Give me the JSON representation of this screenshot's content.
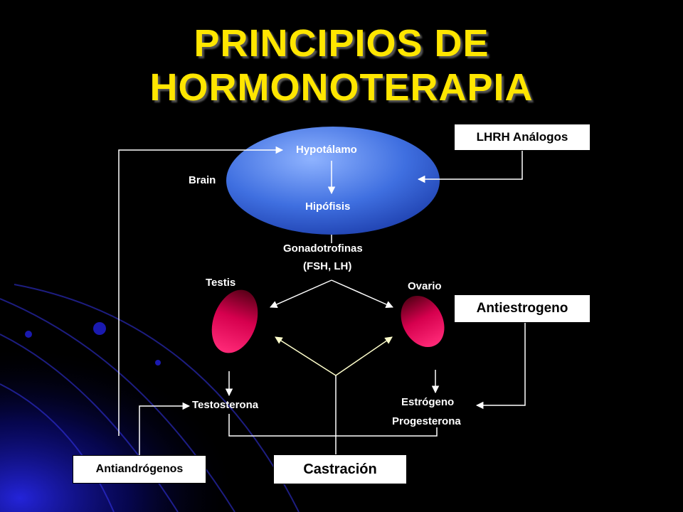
{
  "title": {
    "line1": "PRINCIPIOS DE",
    "line2": "HORMONOTERAPIA"
  },
  "labels": {
    "hypothalamus": "Hypotálamo",
    "brain": "Brain",
    "pituitary": "Hipófisis",
    "gonadotropins_1": "Gonadotrofinas",
    "gonadotropins_2": "(FSH, LH)",
    "testis": "Testis",
    "ovary": "Ovario",
    "testosterone": "Testosterona",
    "estrogen": "Estrógeno",
    "progesterone": "Progesterona"
  },
  "boxes": {
    "lhrh": "LHRH Análogos",
    "antiestrogen": "Antiestrogeno",
    "antiandrogens": "Antiandrógenos",
    "castration": "Castración"
  },
  "colors": {
    "title": "#ffe600",
    "brain_oval": "#3f6fe0",
    "gland": "#e8005a",
    "castration_arrows": "#ffffcc"
  }
}
